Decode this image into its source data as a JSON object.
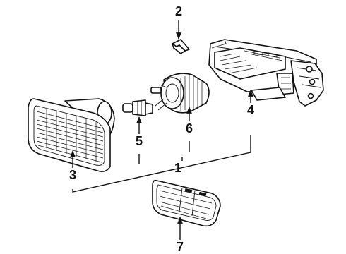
{
  "callouts": {
    "c1": "1",
    "c2": "2",
    "c3": "3",
    "c4": "4",
    "c5": "5",
    "c6": "6",
    "c7": "7"
  },
  "parts": [
    {
      "id": "1",
      "icon": "fog-lamp-assembly"
    },
    {
      "id": "2",
      "icon": "adjuster-clip-icon"
    },
    {
      "id": "3",
      "icon": "lens-icon"
    },
    {
      "id": "4",
      "icon": "housing-icon"
    },
    {
      "id": "5",
      "icon": "bulb-icon"
    },
    {
      "id": "6",
      "icon": "bulb-socket-icon"
    },
    {
      "id": "7",
      "icon": "side-marker-lamp-icon"
    }
  ],
  "colors": {
    "ink": "#111111",
    "paper": "#ffffff"
  }
}
